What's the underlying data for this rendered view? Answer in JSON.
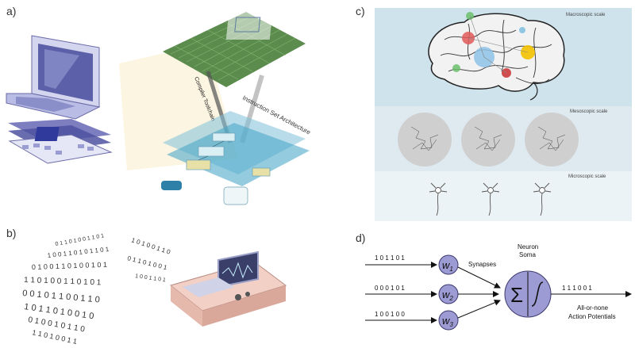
{
  "panels": {
    "a": {
      "label": "a)",
      "compiler": "Compiler Toolchain",
      "isa": "Instruction Set Architecture"
    },
    "b": {
      "label": "b)"
    },
    "c": {
      "label": "c)",
      "macro": "Macroscopic scale",
      "meso": "Mesoscopic scale",
      "micro": "Microscopic scale"
    },
    "d": {
      "label": "d)"
    }
  },
  "neuron": {
    "inputs": [
      {
        "bits": "1 0 1 1 0 1",
        "weight": "w",
        "sub": "1"
      },
      {
        "bits": "0 0 0 1 0 1",
        "weight": "w",
        "sub": "2"
      },
      {
        "bits": "1 0 0 1 0 0",
        "weight": "w",
        "sub": "3"
      }
    ],
    "synapses": "Synapses",
    "neuron_label": "Neuron",
    "soma_label": "Soma",
    "sigma": "Σ",
    "output_bits": "1 1 1 0 0 1",
    "output_line1": "All-or-none",
    "output_line2": "Action Potentials"
  },
  "colors": {
    "node": "#9d9bd3",
    "node_stroke": "#3c3a6e",
    "macro_bg": "#cfe3ec",
    "meso_bg": "#deeaf0",
    "micro_bg": "#ecf3f6"
  }
}
